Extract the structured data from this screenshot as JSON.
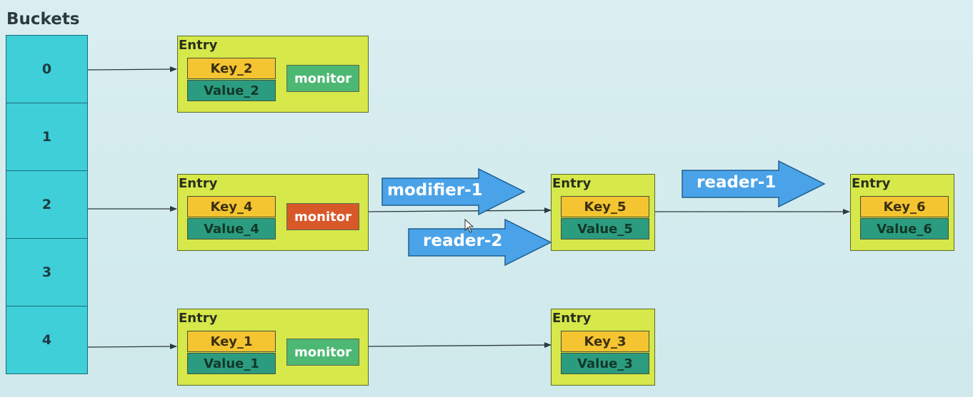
{
  "title": "Buckets",
  "buckets": [
    "0",
    "1",
    "2",
    "3",
    "4"
  ],
  "entry_label": "Entry",
  "entries": {
    "e2": {
      "key": "Key_2",
      "value": "Value_2",
      "monitor": "monitor"
    },
    "e4": {
      "key": "Key_4",
      "value": "Value_4",
      "monitor": "monitor"
    },
    "e5": {
      "key": "Key_5",
      "value": "Value_5"
    },
    "e6": {
      "key": "Key_6",
      "value": "Value_6"
    },
    "e1": {
      "key": "Key_1",
      "value": "Value_1",
      "monitor": "monitor"
    },
    "e3": {
      "key": "Key_3",
      "value": "Value_3"
    }
  },
  "monitor_colors": {
    "idle": "#4db873",
    "locked": "#d9582a"
  },
  "threads": {
    "modifier1": "modifier-1",
    "reader1": "reader-1",
    "reader2": "reader-2"
  },
  "colors": {
    "arrow_fill": "#4aa3e8",
    "arrow_stroke": "#1f5f8f"
  }
}
